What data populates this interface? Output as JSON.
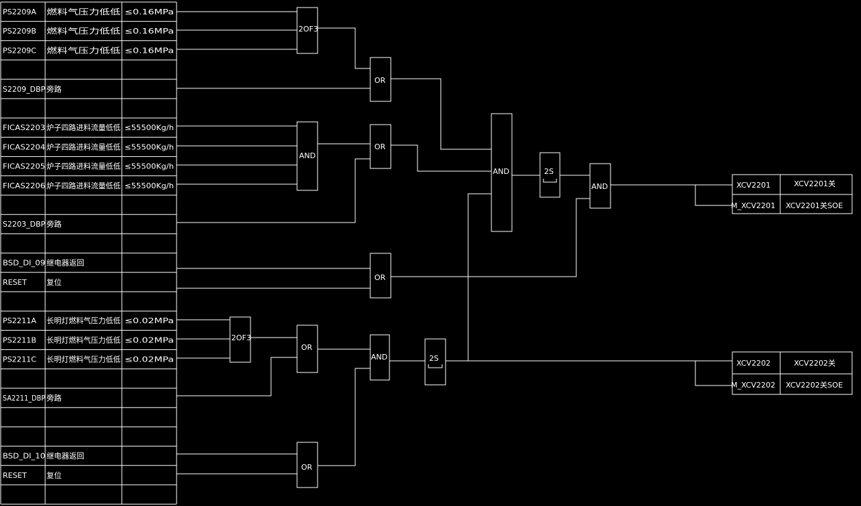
{
  "colors": {
    "background": "#000000",
    "line": "#ffffff",
    "text": "#ffffff"
  },
  "input_table": {
    "rows": [
      {
        "tag": "PS2209A",
        "desc": "燃料气压力低低",
        "limit": "≤0.16MPa"
      },
      {
        "tag": "PS2209B",
        "desc": "燃料气压力低低",
        "limit": "≤0.16MPa"
      },
      {
        "tag": "PS2209C",
        "desc": "燃料气压力低低",
        "limit": "≤0.16MPa"
      },
      {
        "tag": "",
        "desc": "",
        "limit": ""
      },
      {
        "tag": "S2209_DBP",
        "desc": "旁路",
        "limit": ""
      },
      {
        "tag": "",
        "desc": "",
        "limit": ""
      },
      {
        "tag": "FICAS2203",
        "desc": "炉子四路进料流量低低",
        "limit": "≤55500Kg/h"
      },
      {
        "tag": "FICAS2204",
        "desc": "炉子四路进料流量低低",
        "limit": "≤55500Kg/h"
      },
      {
        "tag": "FICAS2205",
        "desc": "炉子四路进料流量低低",
        "limit": "≤55500Kg/h"
      },
      {
        "tag": "FICAS2206",
        "desc": "炉子四路进料流量低低",
        "limit": "≤55500Kg/h"
      },
      {
        "tag": "",
        "desc": "",
        "limit": ""
      },
      {
        "tag": "S2203_DBP",
        "desc": "旁路",
        "limit": ""
      },
      {
        "tag": "",
        "desc": "",
        "limit": ""
      },
      {
        "tag": "BSD_DI_09",
        "desc": "继电器返回",
        "limit": ""
      },
      {
        "tag": "RESET",
        "desc": "复位",
        "limit": ""
      },
      {
        "tag": "",
        "desc": "",
        "limit": ""
      },
      {
        "tag": "PS2211A",
        "desc": "长明灯燃料气压力低低",
        "limit": "≤0.02MPa"
      },
      {
        "tag": "PS2211B",
        "desc": "长明灯燃料气压力低低",
        "limit": "≤0.02MPa"
      },
      {
        "tag": "PS2211C",
        "desc": "长明灯燃料气压力低低",
        "limit": "≤0.02MPa"
      },
      {
        "tag": "",
        "desc": "",
        "limit": ""
      },
      {
        "tag": "SA2211_DBP",
        "desc": "旁路",
        "limit": ""
      },
      {
        "tag": "",
        "desc": "",
        "limit": ""
      },
      {
        "tag": "",
        "desc": "",
        "limit": ""
      },
      {
        "tag": "BSD_DI_10",
        "desc": "继电器返回",
        "limit": ""
      },
      {
        "tag": "RESET",
        "desc": "复位",
        "limit": ""
      },
      {
        "tag": "",
        "desc": "",
        "limit": ""
      }
    ]
  },
  "gates": {
    "g_2of3_a": "2OF3",
    "g_or_a": "OR",
    "g_and_a": "AND",
    "g_or_b": "OR",
    "g_or_reset_a": "OR",
    "g_and_main": "AND",
    "g_delay_a": "2S",
    "g_and_out": "AND",
    "g_2of3_b": "2OF3",
    "g_or_c": "OR",
    "g_and_b": "AND",
    "g_delay_b": "2S",
    "g_or_reset_b": "OR"
  },
  "outputs": [
    {
      "tag": "XCV2201",
      "desc": "XCV2201关",
      "soe_tag": "M_XCV2201",
      "soe_desc": "XCV2201关SOE"
    },
    {
      "tag": "XCV2202",
      "desc": "XCV2202关",
      "soe_tag": "M_XCV2202",
      "soe_desc": "XCV2202关SOE"
    }
  ]
}
